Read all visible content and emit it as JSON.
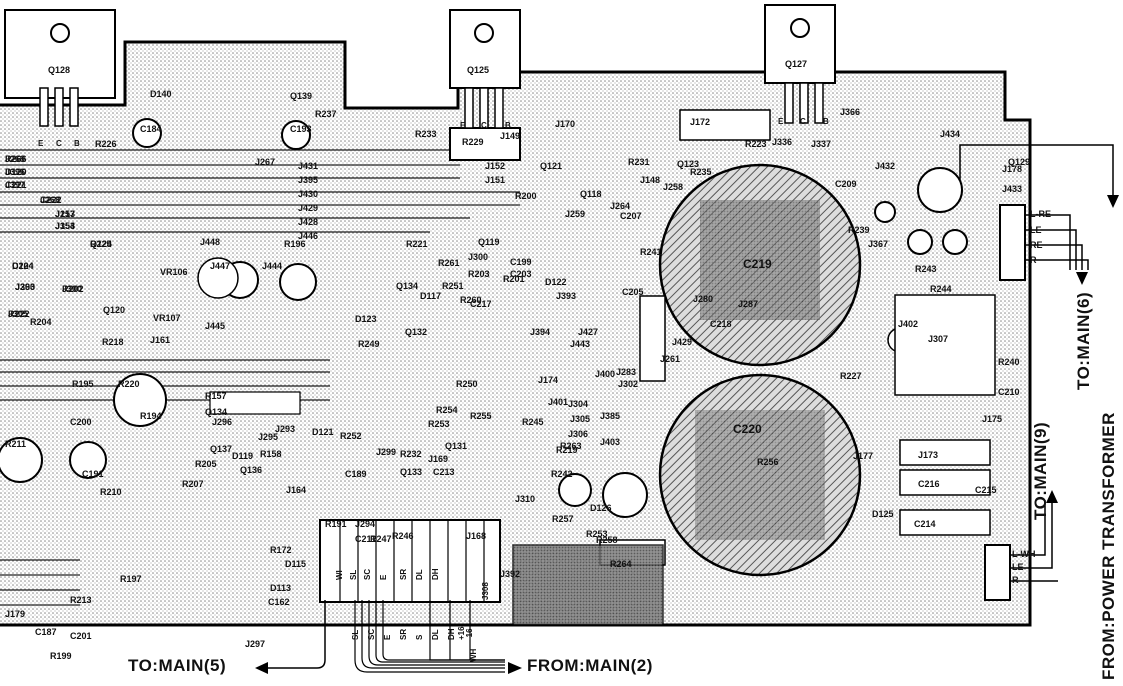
{
  "transistors": [
    {
      "id": "q128",
      "label": "Q128",
      "pins": [
        "E",
        "C",
        "B"
      ]
    },
    {
      "id": "q125",
      "label": "Q125",
      "pins": [
        "E",
        "C",
        "B"
      ]
    },
    {
      "id": "q127",
      "label": "Q127",
      "pins": [
        "E",
        "C",
        "B"
      ]
    }
  ],
  "capacitors": {
    "large_upper": "C219",
    "large_lower": "C220"
  },
  "arrows": {
    "to_main5": "TO:MAIN(5)",
    "from_main2": "FROM:MAIN(2)",
    "to_main9": "TO:MAIN(9)",
    "to_main6": "TO:MAIN(6)",
    "from_power": "FROM:POWER TRANSFORMER"
  },
  "right_connector_top": [
    "L-RE",
    "LE",
    "RE",
    "R"
  ],
  "right_connector_bottom": [
    "L-WH",
    "LE",
    "R"
  ],
  "bottom_connector_pins": [
    "SL",
    "SC",
    "E",
    "SR",
    "S",
    "DL",
    "DH",
    "+16",
    "-16"
  ],
  "bottom_connector_wh": "WH",
  "connector_labels": [
    "WI",
    "SL",
    "SC",
    "E",
    "SR",
    "DL",
    "DH",
    "J308"
  ],
  "component_labels": [
    "J269",
    "J396",
    "J397",
    "J268",
    "J153",
    "J154",
    "Q124",
    "C204",
    "J290",
    "R202",
    "R222",
    "R204",
    "Q120",
    "R218",
    "J161",
    "R226",
    "C184",
    "D140",
    "Q139",
    "C193",
    "R237",
    "R233",
    "R229",
    "J149",
    "J152",
    "J151",
    "J267",
    "J431",
    "J395",
    "J430",
    "J429",
    "J428",
    "J446",
    "J448",
    "J447",
    "J444",
    "J445",
    "R196",
    "VR106",
    "VR107",
    "R194",
    "R195",
    "C200",
    "R220",
    "C191",
    "R210",
    "R211",
    "C201",
    "R213",
    "R199",
    "C187",
    "J179",
    "R197",
    "D113",
    "R172",
    "C162",
    "D115",
    "J297",
    "R157",
    "Q134",
    "R158",
    "Q137",
    "J293",
    "J296",
    "J295",
    "J164",
    "Q136",
    "R205",
    "R207",
    "D119",
    "D121",
    "C189",
    "R191",
    "J294",
    "C211",
    "R247",
    "R246",
    "J168",
    "J169",
    "R253",
    "R232",
    "R252",
    "J299",
    "Q133",
    "C213",
    "R254",
    "R255",
    "R250",
    "Q131",
    "R245",
    "R249",
    "Q132",
    "R251",
    "R260",
    "D123",
    "Q134",
    "D122",
    "R261",
    "R203",
    "R201",
    "R221",
    "Q119",
    "J300",
    "C199",
    "C203",
    "D117",
    "J170",
    "J172",
    "R223",
    "J336",
    "J337",
    "Q121",
    "Q123",
    "Q118",
    "R200",
    "J264",
    "J259",
    "R231",
    "J148",
    "J258",
    "R235",
    "C207",
    "R241",
    "C205",
    "J393",
    "J394",
    "J427",
    "J443",
    "J283",
    "J280",
    "J287",
    "J261",
    "R227",
    "J429",
    "J174",
    "J401",
    "J302",
    "J400",
    "J304",
    "J305",
    "J306",
    "J385",
    "J403",
    "R263",
    "R219",
    "R242",
    "J310",
    "D126",
    "R253",
    "R257",
    "R258",
    "R264",
    "D125",
    "R256",
    "C214",
    "C216",
    "C215",
    "J175",
    "J173",
    "J177",
    "C210",
    "R240",
    "J307",
    "J402",
    "R244",
    "R243",
    "J367",
    "J432",
    "R239",
    "C209",
    "J434",
    "J433",
    "Q129",
    "J366",
    "J392",
    "J178",
    "C217",
    "C218",
    "R266",
    "D120",
    "C221",
    "C222",
    "J217",
    "J353",
    "R225",
    "D124",
    "J363",
    "J300",
    "J305"
  ]
}
